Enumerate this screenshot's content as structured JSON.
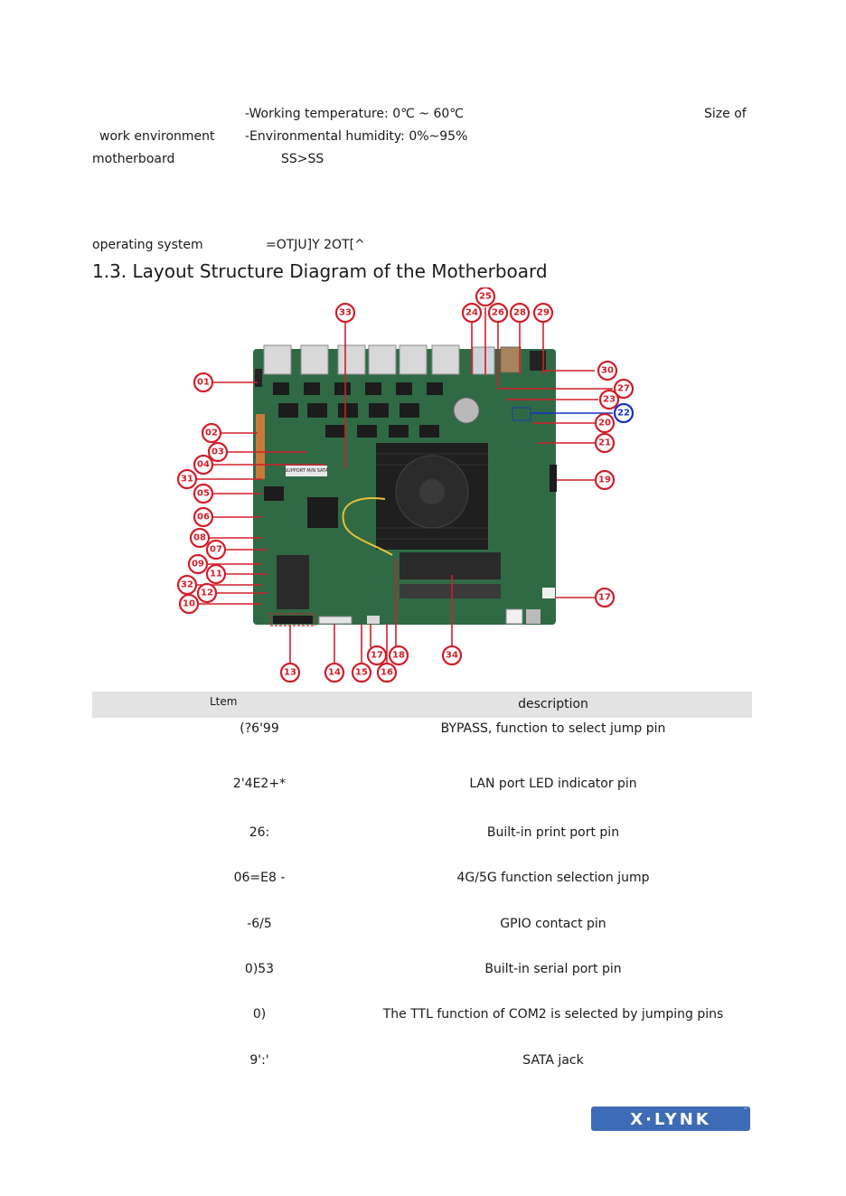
{
  "env": {
    "working_temp": "-Working temperature: 0℃ ~ 60℃",
    "size_of": "Size of",
    "work_environment": "work environment",
    "humidity": "-Environmental humidity: 0%~95%",
    "motherboard": "motherboard",
    "size_value": "SS>SS",
    "operating_system": "operating system",
    "os_value": "=OTJU]Y 2OT[^"
  },
  "section_heading": "1.3. Layout Structure Diagram of the Motherboard",
  "diagram": {
    "board_color": "#2f6a45",
    "callout_color": "#d21e2a",
    "highlight_color": "#1730c8",
    "callouts": {
      "c01": "01",
      "c02": "02",
      "c03": "03",
      "c04": "04",
      "c05": "05",
      "c06": "06",
      "c07": "07",
      "c08": "08",
      "c09": "09",
      "c10": "10",
      "c11": "11",
      "c12": "12",
      "c13": "13",
      "c14": "14",
      "c15": "15",
      "c16": "16",
      "c17a": "17",
      "c17b": "17",
      "c18": "18",
      "c19": "19",
      "c20": "20",
      "c21": "21",
      "c22": "22",
      "c23": "23",
      "c24": "24",
      "c25": "25",
      "c26": "26",
      "c27": "27",
      "c28": "28",
      "c29": "29",
      "c30": "30",
      "c31": "31",
      "c32": "32",
      "c33": "33",
      "c34": "34"
    },
    "silk_label": "SUPPORT M/N SATA"
  },
  "table": {
    "header_item": "Ltem",
    "header_description": "description",
    "header_bg": "#e3e3e3",
    "rows": [
      {
        "item": "(?6'99",
        "description": "BYPASS, function to select jump pin"
      },
      {
        "item": "2'4E2+*",
        "description": "LAN port LED indicator pin"
      },
      {
        "item": "26:",
        "description": "Built-in print port pin"
      },
      {
        "item": "06=E8 -",
        "description": "4G/5G function selection jump"
      },
      {
        "item": "-6/5",
        "description": "GPIO contact pin"
      },
      {
        "item": "0)53",
        "description": "Built-in serial port pin"
      },
      {
        "item": "0)",
        "description": "The TTL function of COM2 is selected by jumping pins"
      },
      {
        "item": "9':'",
        "description": "SATA jack"
      }
    ]
  },
  "logo": {
    "text": "X·LYNK",
    "tm": "™",
    "color": "#3e6bb5"
  }
}
